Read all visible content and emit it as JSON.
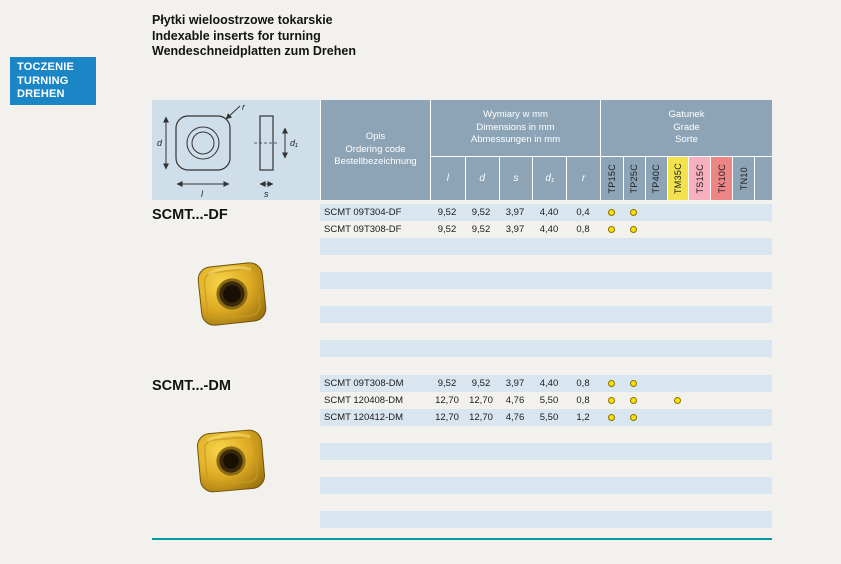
{
  "colors": {
    "page_bg": "#f2f1ee",
    "tab_blue": "#1b86c6",
    "header_bg": "#8ca4b6",
    "diagram_bg": "#cfdfe9",
    "stripe": "#d9e6f0",
    "dot_fill": "#ffdf00",
    "dot_border": "#857400",
    "teal_line": "#009a9e",
    "grade_yellow": "#f2e24e",
    "grade_pink": "#f8afbe",
    "grade_red": "#ee8585"
  },
  "side_tab": {
    "lines": [
      "TOCZENIE",
      "TURNING",
      "DREHEN"
    ]
  },
  "titles": [
    "Płytki wieloostrzowe tokarskie",
    "Indexable inserts for turning",
    "Wendeschneidplatten zum Drehen"
  ],
  "diagram": {
    "labels": {
      "d": "d",
      "l": "l",
      "r": "r",
      "s": "s",
      "d1": "d₁"
    }
  },
  "table": {
    "ordering_header": [
      "Opis",
      "Ordering code",
      "Bestellbezeichnung"
    ],
    "dims_header": [
      "Wymiary w mm",
      "Dimensions in mm",
      "Abmessungen in mm"
    ],
    "dim_cols": [
      "l",
      "d",
      "s",
      "d₁",
      "r"
    ],
    "grade_header": [
      "Gatunek",
      "Grade",
      "Sorte"
    ],
    "grades": [
      {
        "label": "TP15C",
        "bg": "#8ca4b6"
      },
      {
        "label": "TP25C",
        "bg": "#8ca4b6"
      },
      {
        "label": "TP40C",
        "bg": "#8ca4b6"
      },
      {
        "label": "TM35C",
        "bg": "#f2e24e"
      },
      {
        "label": "TS15C",
        "bg": "#f8afbe"
      },
      {
        "label": "TK10C",
        "bg": "#ee8585"
      },
      {
        "label": "TN10",
        "bg": "#8ca4b6"
      }
    ]
  },
  "sections": [
    {
      "name": "SCMT...-DF",
      "rows": [
        {
          "code": "SCMT 09T304-DF",
          "dims": [
            "9,52",
            "9,52",
            "3,97",
            "4,40",
            "0,4"
          ],
          "dots": [
            true,
            true,
            false,
            false,
            false,
            false,
            false
          ]
        },
        {
          "code": "SCMT 09T308-DF",
          "dims": [
            "9,52",
            "9,52",
            "3,97",
            "4,40",
            "0,8"
          ],
          "dots": [
            true,
            true,
            false,
            false,
            false,
            false,
            false
          ]
        }
      ],
      "empty_rows": 7
    },
    {
      "name": "SCMT...-DM",
      "rows": [
        {
          "code": "SCMT 09T308-DM",
          "dims": [
            "9,52",
            "9,52",
            "3,97",
            "4,40",
            "0,8"
          ],
          "dots": [
            true,
            true,
            false,
            false,
            false,
            false,
            false
          ]
        },
        {
          "code": "SCMT 120408-DM",
          "dims": [
            "12,70",
            "12,70",
            "4,76",
            "5,50",
            "0,8"
          ],
          "dots": [
            true,
            true,
            false,
            true,
            false,
            false,
            false
          ]
        },
        {
          "code": "SCMT 120412-DM",
          "dims": [
            "12,70",
            "12,70",
            "4,76",
            "5,50",
            "1,2"
          ],
          "dots": [
            true,
            true,
            false,
            false,
            false,
            false,
            false
          ]
        }
      ],
      "empty_rows": 6
    }
  ]
}
